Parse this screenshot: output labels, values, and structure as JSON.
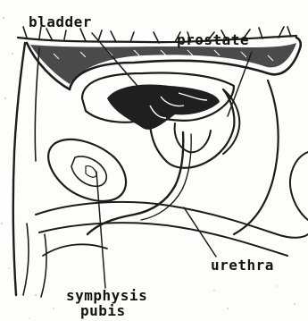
{
  "labels": {
    "bladder": "bladder",
    "prostate": "prostate",
    "urethra": "urethra",
    "symphysis": "symphysis",
    "pubis": "pubis"
  },
  "colors": {
    "ink": "#1c1c1c",
    "paper": "#fdfdfb"
  }
}
